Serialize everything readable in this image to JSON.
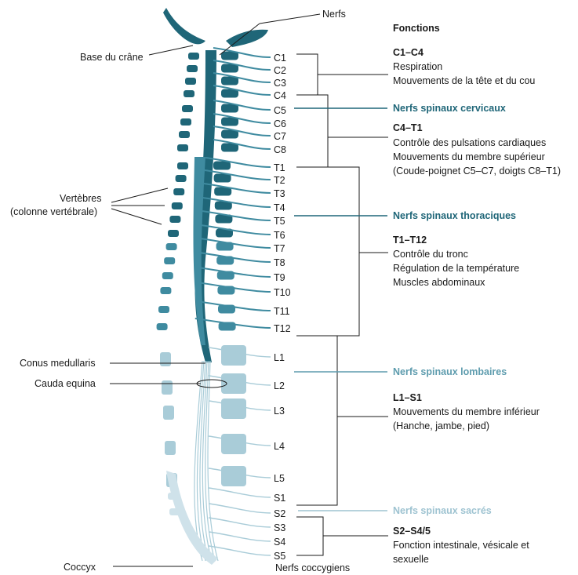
{
  "colors": {
    "dark": "#1f6678",
    "medium": "#3f8ba0",
    "light": "#a9ccd8",
    "pale": "#cfe2ea",
    "line": "#1a1a1a"
  },
  "labels": {
    "nerfs": "Nerfs",
    "base_crane": "Base du crâne",
    "vertebres": "Vertèbres",
    "colonne": "(colonne vertébrale)",
    "conus": "Conus medullaris",
    "cauda": "Cauda equina",
    "coccyx": "Coccyx",
    "nerfs_coccygiens": "Nerfs coccygiens"
  },
  "segments": [
    "C1",
    "C2",
    "C3",
    "C4",
    "C5",
    "C6",
    "C7",
    "C8",
    "T1",
    "T2",
    "T3",
    "T4",
    "T5",
    "T6",
    "T7",
    "T8",
    "T9",
    "T10",
    "T11",
    "T12",
    "L1",
    "L2",
    "L3",
    "L4",
    "L5",
    "S1",
    "S2",
    "S3",
    "S4",
    "S5"
  ],
  "functions": {
    "header": "Fonctions",
    "c1c4": {
      "title": "C1–C4",
      "lines": [
        "Respiration",
        "Mouvements de la tête et du cou"
      ]
    },
    "cervical_group": "Nerfs spinaux cervicaux",
    "c4t1": {
      "title": "C4–T1",
      "lines": [
        "Contrôle des pulsations cardiaques",
        "Mouvements du membre supérieur",
        "(Coude-poignet C5–C7, doigts C8–T1)"
      ]
    },
    "thoracic_group": "Nerfs spinaux thoraciques",
    "t1t12": {
      "title": "T1–T12",
      "lines": [
        "Contrôle du tronc",
        "Régulation de la température",
        "Muscles abdominaux"
      ]
    },
    "lumbar_group": "Nerfs spinaux lombaires",
    "l1s1": {
      "title": "L1–S1",
      "lines": [
        "Mouvements du membre inférieur",
        "(Hanche, jambe, pied)"
      ]
    },
    "sacral_group": "Nerfs spinaux sacrés",
    "s2s4": {
      "title": "S2–S4/5",
      "lines": [
        "Fonction intestinale, vésicale et",
        "sexuelle"
      ]
    }
  }
}
